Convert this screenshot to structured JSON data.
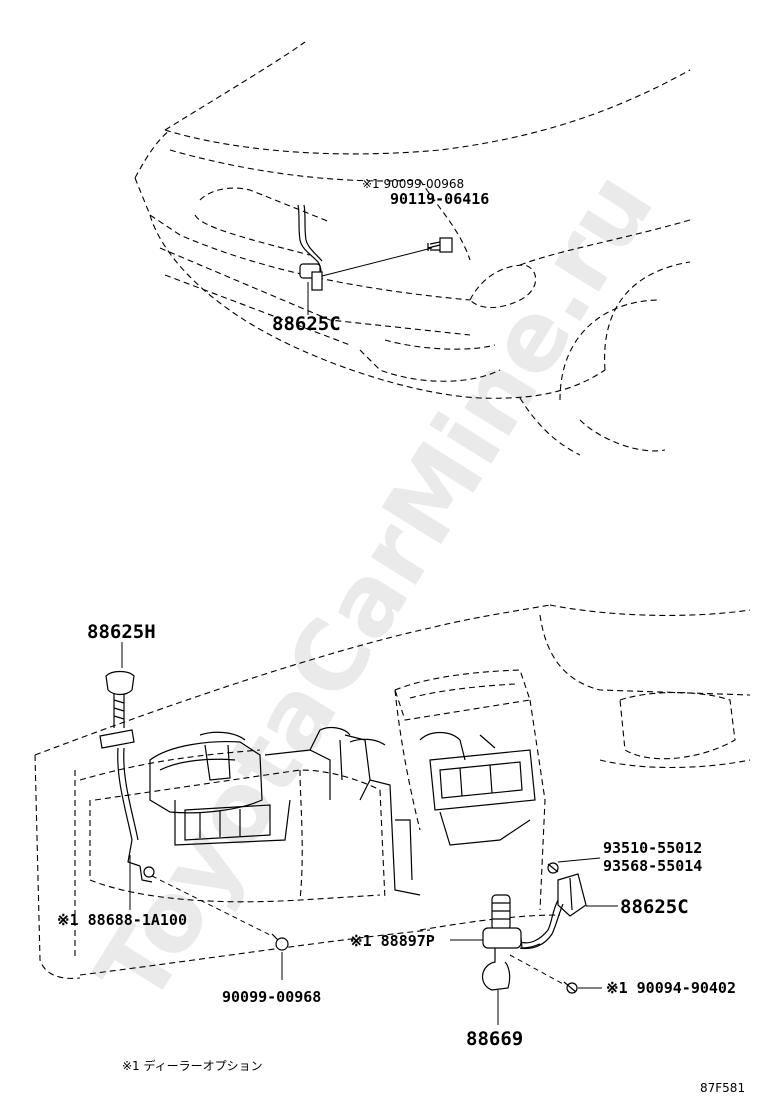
{
  "watermark": "ToyotaCarMine.ru",
  "callouts": {
    "top_bolt_line1": "※1 90099-00968",
    "top_bolt_line2": "90119-06416",
    "top_sensor": "88625C",
    "left_sensor": "88625H",
    "left_clip": "※1 88688-1A100",
    "left_screw": "90099-00968",
    "right_screw_line1": "93510-55012",
    "right_screw_line2": "93568-55014",
    "right_sensor": "88625C",
    "mid_part": "※1 88897P",
    "bottom_screw": "※1 90094-90402",
    "bottom_part": "88669"
  },
  "footnote": "※1 ディーラーオプション",
  "figure_code": "87F581"
}
